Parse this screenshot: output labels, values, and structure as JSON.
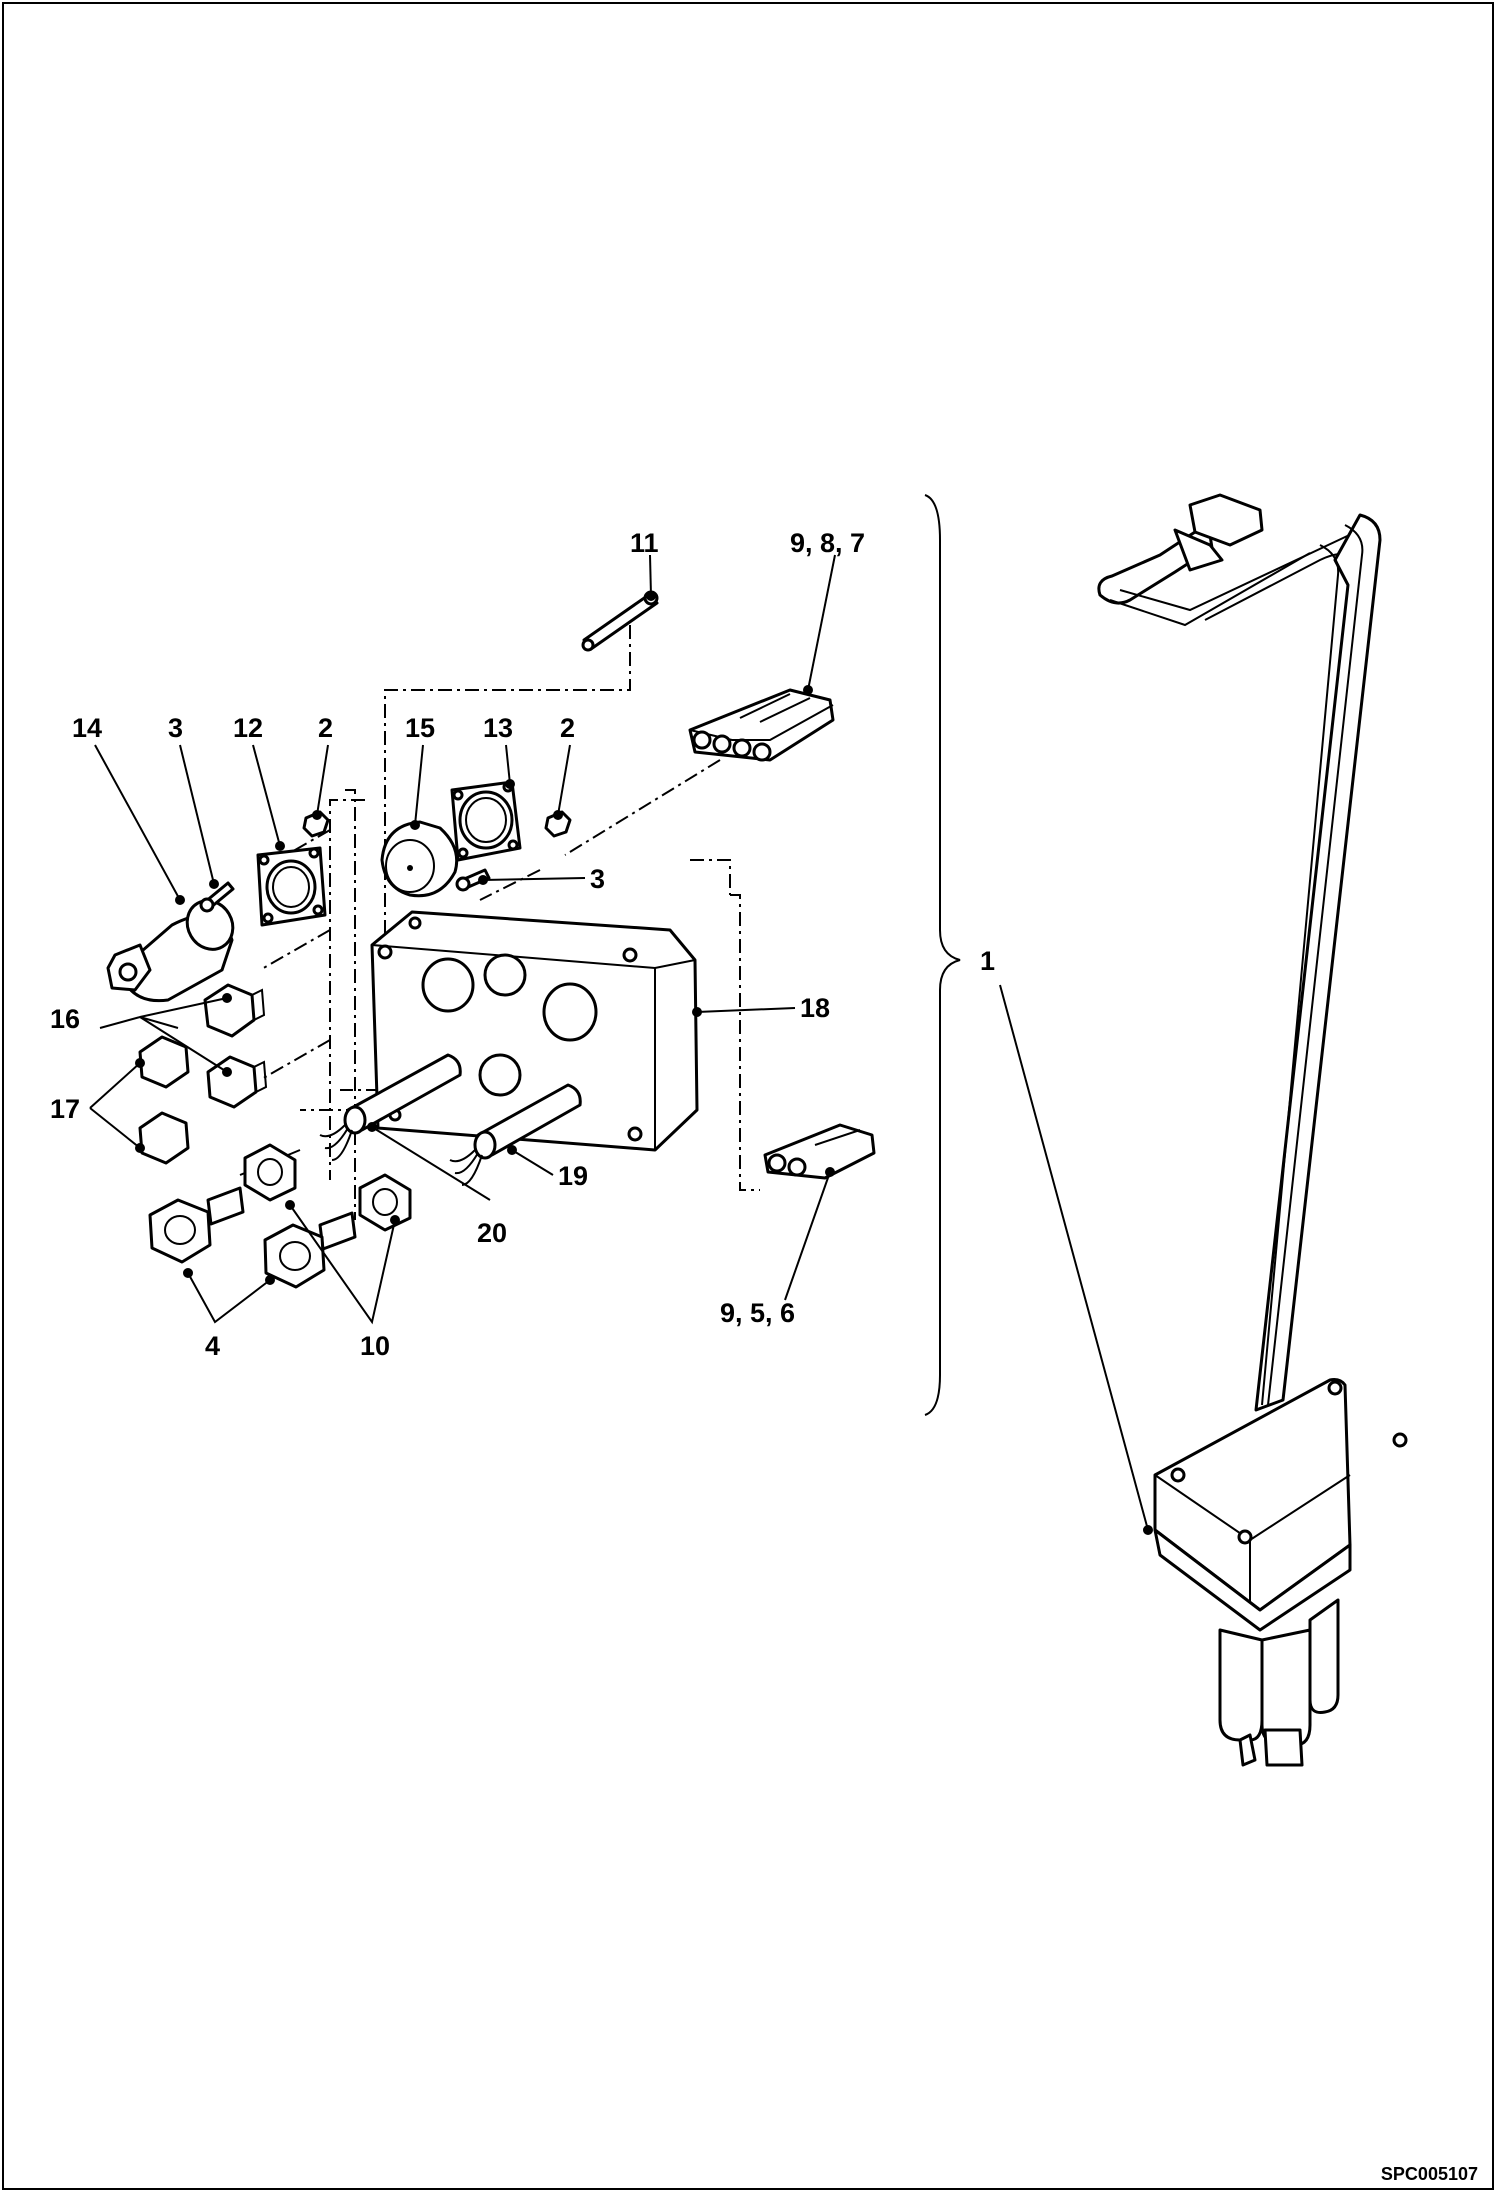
{
  "drawing": {
    "reference_code": "SPC005107",
    "callouts": {
      "c11": "11",
      "c987": "9, 8, 7",
      "c14": "14",
      "c3a": "3",
      "c12": "12",
      "c2a": "2",
      "c15": "15",
      "c13": "13",
      "c2b": "2",
      "c3b": "3",
      "c18": "18",
      "c1": "1",
      "c16": "16",
      "c17": "17",
      "c19": "19",
      "c20": "20",
      "c956": "9, 5, 6",
      "c4": "4",
      "c10": "10"
    }
  }
}
